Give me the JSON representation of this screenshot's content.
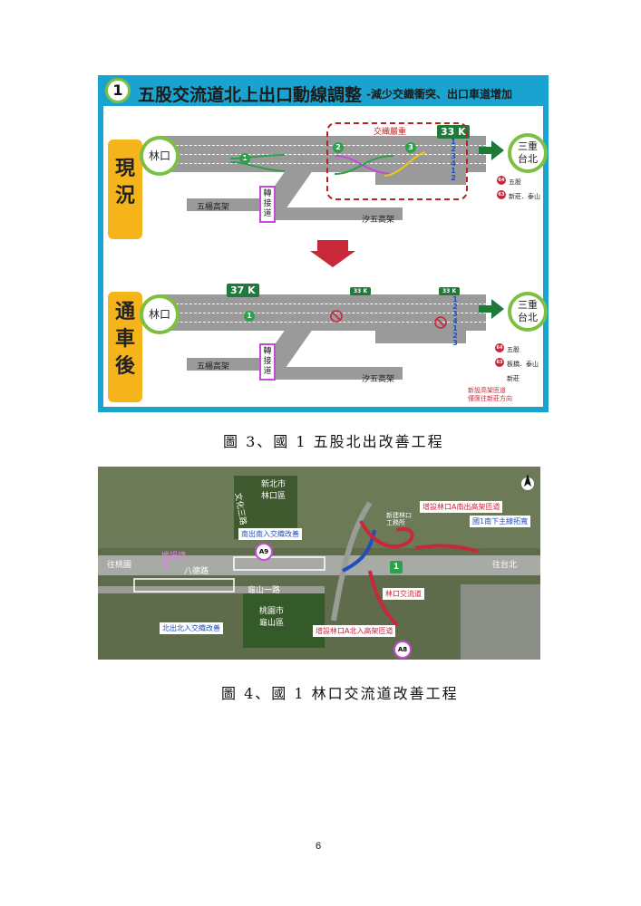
{
  "fig3": {
    "badge": "1",
    "title": "五股交流道北上出口動線調整",
    "subtitle": "-減少交織衝突、出口車道增加",
    "current_label": [
      "現",
      "況"
    ],
    "after_label": [
      "通",
      "車",
      "後"
    ],
    "linkou": "林口",
    "sanchong_taipei": [
      "三重",
      "台北"
    ],
    "wugu_elevated": "五楊高架",
    "xiwu_elevated": "汐五高架",
    "transfer_ramp": [
      "轉",
      "接",
      "道"
    ],
    "weaving": "交織嚴重",
    "km33": "33 K",
    "km37": "37 K",
    "km33_small": "33 K",
    "exit_64": "64",
    "exit_63": "63",
    "dest_wugu": "五股",
    "dest_xinzhuang_taishan": "新莊．泰山",
    "dest_banqiao_taishan": "板橋．泰山",
    "dest_xinzhuang": "新莊",
    "new_ramp_note": [
      "新設高架匝道",
      "僅匯往新莊方向"
    ],
    "markers": [
      "1",
      "2",
      "3"
    ],
    "lanes_current": [
      "1",
      "2",
      "3",
      "4",
      "1",
      "2"
    ],
    "lanes_after": [
      "1",
      "2",
      "3",
      "4",
      "1",
      "2",
      "3"
    ]
  },
  "caption3": "圖 3、國 1 五股北出改善工程",
  "fig4": {
    "district_new_taipei": [
      "新北市",
      "林口區"
    ],
    "district_taoyuan": [
      "桃園市",
      "龜山區"
    ],
    "to_taoyuan": "往桃園",
    "to_taipei": "往台北",
    "airport_mrt": [
      "機場捷",
      "運"
    ],
    "bade_road": "八德路",
    "guishan_road": "龜山一路",
    "wenhua_road": "文化三路",
    "s_weaving": "南出南入交織改善",
    "n_weaving": "北出北入交織改善",
    "new_a_south": "增設林口A南出高架匝道",
    "southbound_widen": "國1南下主線拓寬",
    "new_station": [
      "新建林口",
      "工務所"
    ],
    "linkou_interchange": "林口交流道",
    "new_a_north": "增設林口A北入高架匝道",
    "a9": "A9",
    "a8": "A8",
    "highway_1": "1",
    "north_icon": "north-arrow"
  },
  "caption4": "圖 4、國 1 林口交流道改善工程",
  "page_number": "6"
}
